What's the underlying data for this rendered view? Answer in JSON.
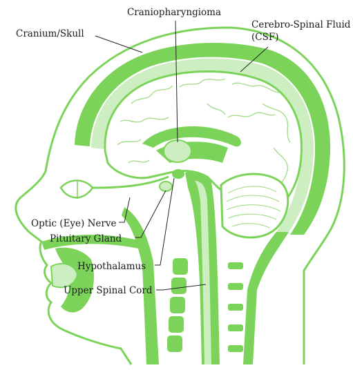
{
  "labels": {
    "craniopharyngioma": "Craniopharyngioma",
    "cranium": "Cranium/Skull",
    "csf_line1": "Cerebro-Spinal Fluid",
    "csf_line2": "(CSF)",
    "optic_nerve": "Optic (Eye) Nerve",
    "pituitary": "Pituitary Gland",
    "hypothalamus": "Hypothalamus",
    "spinal_cord": "Upper Spinal Cord"
  },
  "colors": {
    "green": "#7cd35a",
    "light_green": "#cdeec0",
    "outline": "#5fbf3c",
    "leader": "#222222"
  }
}
